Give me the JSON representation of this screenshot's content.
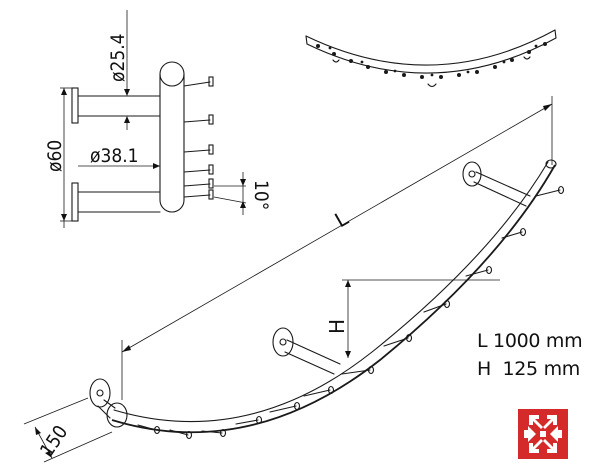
{
  "dimensions": {
    "tube_diameter": "ø25.4",
    "flange_diameter": "ø60",
    "rod_diameter": "ø38.1",
    "angle": "10°",
    "length_symbol": "L",
    "height_symbol": "H",
    "wall_distance": "150"
  },
  "specs": {
    "length_line": "L 1000 mm",
    "height_line": "H  125 mm"
  },
  "logo": {
    "color": "#d42a2a",
    "icon": "arrows-cross-logo"
  }
}
